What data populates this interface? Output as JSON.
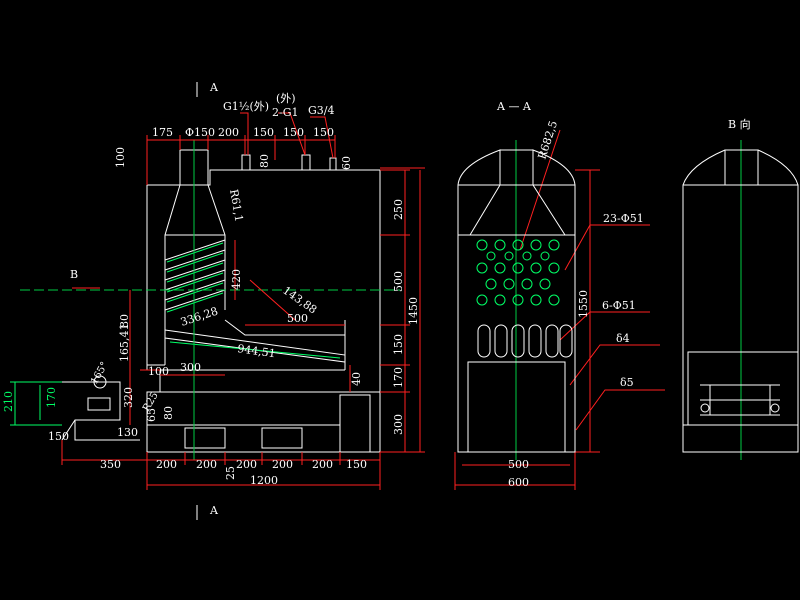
{
  "colors": {
    "background": "#000000",
    "geometry": "#ffffff",
    "dimension": "#ff2020",
    "centerline": "#00cc44",
    "text_white": "#ffffff",
    "text_green": "#00ff66"
  },
  "views": {
    "section_a_title": "A — A",
    "view_b_title": "B 向",
    "cut_marker_letter": "A",
    "arrow_b_letter": "B"
  },
  "pipes": {
    "g1_label": "G1½(外)",
    "g2_label": "(外)",
    "g2_sub": "2-G1",
    "g3_label": "G3/4"
  },
  "dims_top": [
    "175",
    "Φ150",
    "200",
    "150",
    "150",
    "150"
  ],
  "dims_small": [
    "100",
    "80",
    "60"
  ],
  "dims_right": [
    "250",
    "500",
    "150",
    "170",
    "300",
    "1450"
  ],
  "dims_bottom": [
    "350",
    "200",
    "200",
    "200",
    "200",
    "200",
    "150",
    "1200",
    "25"
  ],
  "dims_inner": [
    "300",
    "500",
    "100",
    "40",
    "420"
  ],
  "dims_left": [
    "165,41",
    "80",
    "130",
    "320",
    "80",
    "65",
    "150"
  ],
  "dims_green": [
    "210",
    "170"
  ],
  "angled_dims": [
    "R61,1",
    "143,88",
    "336,28",
    "944,51",
    "165°",
    "R25"
  ],
  "section_dims": [
    "R682,5",
    "23-Φ51",
    "6-Φ51",
    "δ4",
    "δ5",
    "1550",
    "500",
    "600"
  ]
}
